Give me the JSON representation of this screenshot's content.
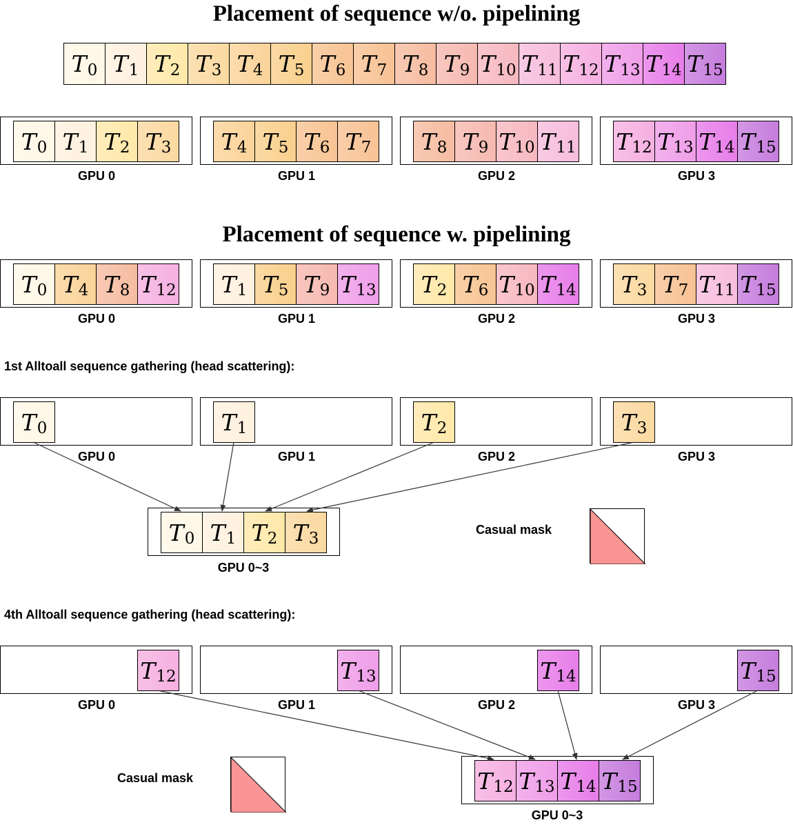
{
  "titles": {
    "without": "Placement of sequence w/o. pipelining",
    "with": "Placement of sequence w. pipelining"
  },
  "sections": {
    "first": "1st Alltoall sequence gathering (head scattering):",
    "fourth": "4th Alltoall sequence gathering (head scattering):"
  },
  "tokens": [
    {
      "sub": "0",
      "color": "#fff8e7"
    },
    {
      "sub": "1",
      "color": "#fff1df"
    },
    {
      "sub": "2",
      "color": "#ffe8a9"
    },
    {
      "sub": "3",
      "color": "#fbd9a1"
    },
    {
      "sub": "4",
      "color": "#fbd399"
    },
    {
      "sub": "5",
      "color": "#fad08c"
    },
    {
      "sub": "6",
      "color": "#f8c493"
    },
    {
      "sub": "7",
      "color": "#f8c294"
    },
    {
      "sub": "8",
      "color": "#f6bca1"
    },
    {
      "sub": "9",
      "color": "#f6b9b0"
    },
    {
      "sub": "10",
      "color": "#f8b8c0"
    },
    {
      "sub": "11",
      "color": "#f7bddd"
    },
    {
      "sub": "12",
      "color": "#f6b0e1"
    },
    {
      "sub": "13",
      "color": "#ef9ee8"
    },
    {
      "sub": "14",
      "color": "#e77de9"
    },
    {
      "sub": "15",
      "color": "#c67ddd"
    }
  ],
  "gpu_labels": [
    "GPU 0",
    "GPU 1",
    "GPU 2",
    "GPU 3"
  ],
  "gathered_label": "GPU 0~3",
  "mask_label": "Casual mask",
  "colors": {
    "mask_fill": "#f99595",
    "border": "#000000",
    "arrow": "#333333"
  }
}
